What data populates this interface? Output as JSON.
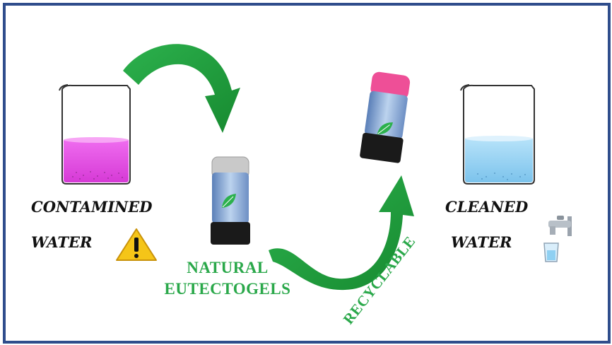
{
  "labels": {
    "contamined": "CONTAMINED",
    "water_left": "WATER",
    "cleaned": "CLEANED",
    "water_right": "WATER",
    "natural_line1": "NATURAL",
    "natural_line2": "EUTECTOGELS",
    "recyclable": "RECYCLABLE"
  },
  "icons": {
    "warning": "warning-icon",
    "tap": "tap-icon",
    "leaf": "leaf-icon",
    "arrow": "curved-arrow-icon"
  },
  "colors": {
    "border": "#2f4d8c",
    "arrow_green": "#1f9a3a",
    "label_green": "#2aa84a",
    "contaminated_liquid": "#e64ce0",
    "clean_liquid": "#8fd0f2",
    "warning_yellow": "#f5c518"
  }
}
